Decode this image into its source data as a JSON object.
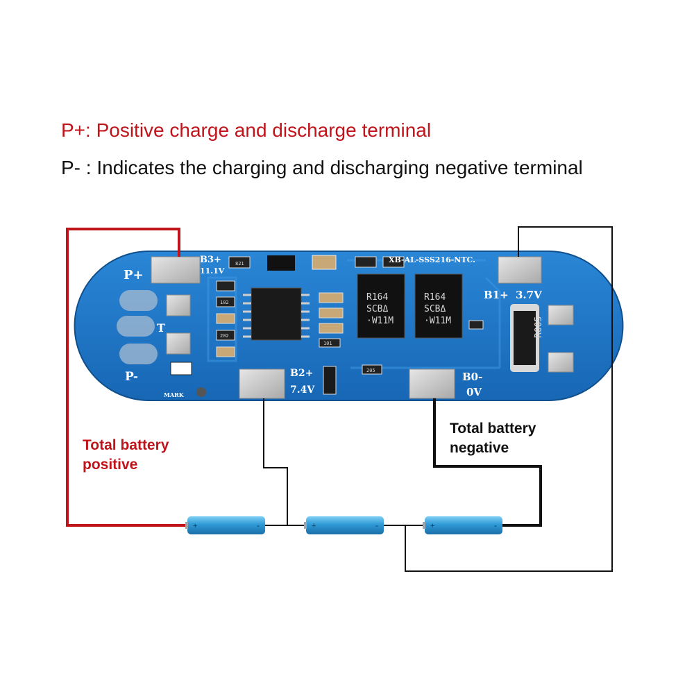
{
  "legend": {
    "positive": "P+: Positive charge and discharge terminal",
    "negative": "P- : Indicates the charging and discharging negative terminal"
  },
  "callouts": {
    "total_positive": [
      "Total battery",
      "positive"
    ],
    "total_negative": [
      "Total battery",
      "negative"
    ]
  },
  "board": {
    "model": "XB-AL-SSS216-NTC.",
    "pad_labels": {
      "p_plus": "P+",
      "p_minus": "P-",
      "t": "T",
      "b3": "B3+",
      "b3_voltage": "11.1V",
      "b2": "B2+",
      "b2_voltage": "7.4V",
      "b1": "B1+",
      "b1_voltage": "3.7V",
      "b0": "B0-",
      "b0_voltage": "0V",
      "mark": "MARK"
    },
    "chips": {
      "mosfet_lines": [
        "R164",
        "SCBΔ",
        "·W11M"
      ],
      "resistor": "R005"
    },
    "smd_codes": [
      "821",
      "102",
      "202",
      "101",
      "205"
    ]
  },
  "batteries": {
    "count": 3,
    "plus": "+",
    "minus": "-"
  },
  "colors": {
    "positive_wire": "#c0141b",
    "negative_wire": "#111111",
    "board": "#1e74c6",
    "pad": "#c9c9c9",
    "battery": "#2f9ad6"
  }
}
